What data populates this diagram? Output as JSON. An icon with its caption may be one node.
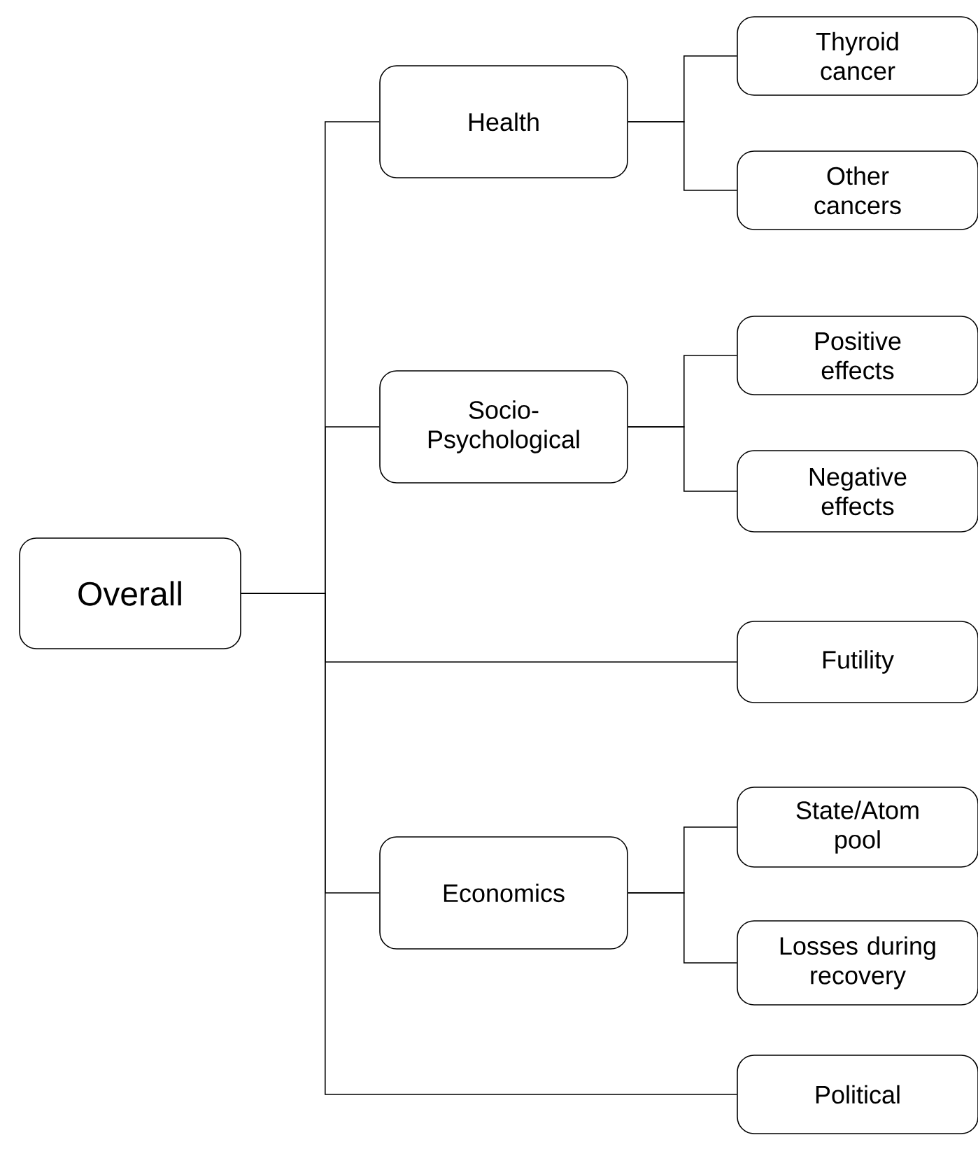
{
  "diagram": {
    "nodes": [
      {
        "text": [
          "Overall"
        ]
      },
      {
        "text": [
          "Health"
        ]
      },
      {
        "text": [
          "Thyroid cancer"
        ]
      },
      {
        "text": [
          "Other cancers"
        ]
      },
      {
        "text": [
          "Socio-Psychological"
        ]
      },
      {
        "text": [
          "Positive effects"
        ]
      },
      {
        "text": [
          "Negative effects"
        ]
      },
      {
        "text": [
          "Futility"
        ]
      },
      {
        "text": [
          "Economics"
        ]
      },
      {
        "text": [
          "State/Atom pool"
        ]
      },
      {
        "text": [
          "Losses during recovery"
        ]
      },
      {
        "text": [
          "Political"
        ]
      }
    ],
    "edges": [
      {
        "from": 0,
        "to": 1,
        "arrow": "none"
      },
      {
        "from": 0,
        "to": 4,
        "arrow": "none"
      },
      {
        "from": 0,
        "to": 7,
        "arrow": "none"
      },
      {
        "from": 0,
        "to": 8,
        "arrow": "none"
      },
      {
        "from": 0,
        "to": 11,
        "arrow": "none"
      },
      {
        "from": 1,
        "to": 2,
        "arrow": "none"
      },
      {
        "from": 1,
        "to": 3,
        "arrow": "none"
      },
      {
        "from": 4,
        "to": 5,
        "arrow": "none"
      },
      {
        "from": 4,
        "to": 6,
        "arrow": "none"
      },
      {
        "from": 8,
        "to": 9,
        "arrow": "none"
      },
      {
        "from": 8,
        "to": 10,
        "arrow": "none"
      }
    ]
  }
}
